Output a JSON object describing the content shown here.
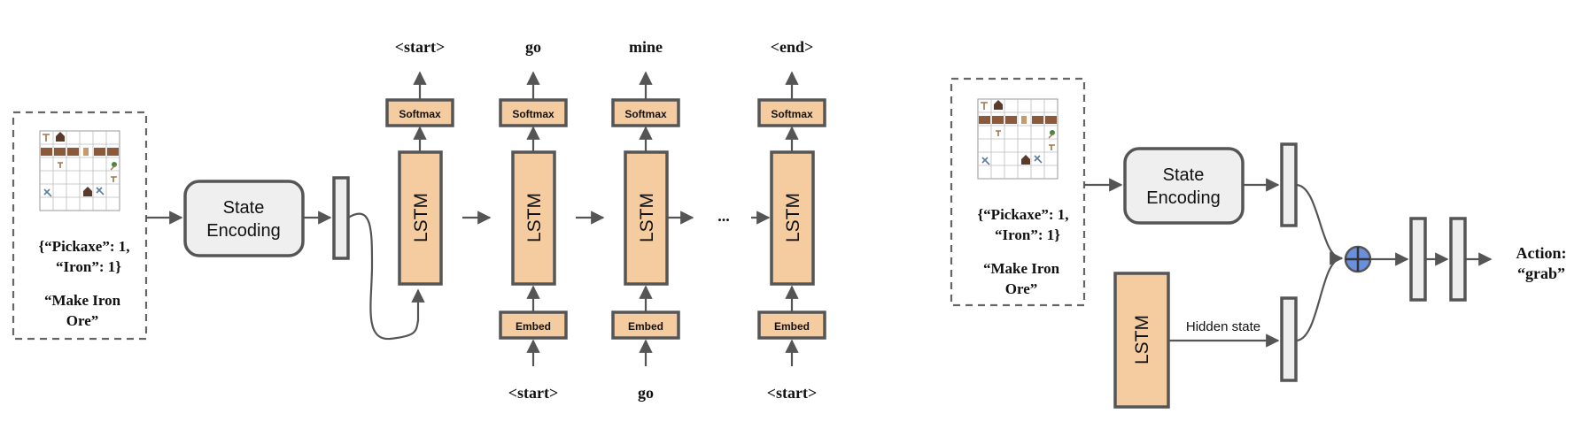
{
  "colors": {
    "lstm_fill": "#f4cca0",
    "state_fill": "#efefef",
    "vector_fill": "#eeeeee",
    "stroke": "#555555",
    "sum_fill": "#6a8fdc"
  },
  "left": {
    "inventory_line1": "{“Pickaxe”: 1,",
    "inventory_line2": "“Iron”: 1}",
    "goal_line1": "“Make Iron",
    "goal_line2": "Ore”",
    "state_encoding_line1": "State",
    "state_encoding_line2": "Encoding",
    "lstm_label": "LSTM",
    "softmax_label": "Softmax",
    "embed_label": "Embed",
    "outputs": [
      "<start>",
      "go",
      "mine",
      "<end>"
    ],
    "inputs": [
      "<start>",
      "go",
      "<start>"
    ],
    "ellipsis": "..."
  },
  "right": {
    "inventory_line1": "{“Pickaxe”: 1,",
    "inventory_line2": "“Iron”: 1}",
    "goal_line1": "“Make Iron",
    "goal_line2": "Ore”",
    "state_encoding_line1": "State",
    "state_encoding_line2": "Encoding",
    "lstm_label": "LSTM",
    "hidden_state_label": "Hidden state",
    "action_line1": "Action:",
    "action_line2": "“grab”"
  },
  "grid_icons": [
    "pickaxe-icon",
    "house-icon",
    "wood-plank-icon",
    "iron-icon",
    "tree-icon",
    "axe-icon",
    "hammer-icon"
  ]
}
